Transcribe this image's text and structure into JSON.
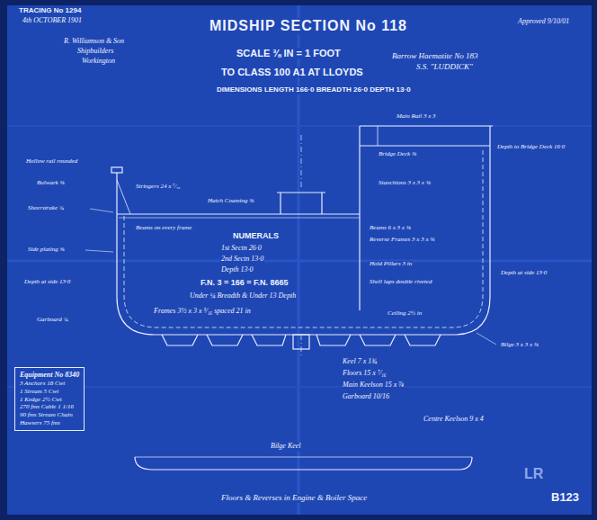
{
  "diagram": {
    "title": "MIDSHIP SECTION No 118",
    "nodes": [
      {
        "text": [
          "Equipment No 8340",
          "3 Anchors 18 Cwt",
          "1 Stream 5 Cwt",
          "1 Kedge 2½ Cwt",
          "270 fms Cable 1 1/16",
          "90 fms Stream Chain",
          "Hawsers 75 fms"
        ]
      }
    ],
    "labels": [
      "TRACING No 1294",
      "4th OCTOBER 1901",
      "R. Williamson & Son",
      "Shipbuilders",
      "Workington",
      "SCALE ⅜ IN = 1 FOOT",
      "TO CLASS 100 A1 AT LLOYDS",
      "DIMENSIONS LENGTH 166·0 BREADTH 26·0 DEPTH 13·0",
      "Barrow Haematite No 183",
      "S.S. \"LUDDICK\"",
      "Approved 9/10/01",
      "Hollow rail rounded",
      "Bulwark ⅜",
      "Stringers 24 x ⁷⁄₁₆",
      "Hatch Coaming ⅜",
      "Sheerstrake ¾",
      "Side plating ⅝",
      "Depth at side 13·0",
      "Garboard ¾",
      "NUMERALS",
      "1st Sectn 26·0",
      "2nd Sectn 13·0",
      "Depth 13·0",
      "F.N. 3 = 166 = F.N. 8665",
      "Under ¼ Breadth & Under 13 Depth",
      "Frames 3½ x 3 x ⁵⁄₁₆ spaced 21 in",
      "Beams on every frame",
      "Beams 6 x 3 x ⅜",
      "Reverse Frames 3 x 3 x ⅜",
      "Hold Pillars 3 in",
      "Shell laps double riveted",
      "Ceiling 2½ in",
      "Main Rail 3 x 3",
      "Bridge Deck ⅜",
      "Stanchions 3 x 3 x ⅜",
      "Depth to Bridge Deck 16·0",
      "Depth at side 13·0",
      "Bilge 3 x 3 x ⅜",
      "Keel 7 x 1¾",
      "Floors 15 x ⁷⁄₁₆",
      "Main Keelson 15 x ⅞",
      "Garboard 10/16",
      "Centre Keelson 9 x 4",
      "Bilge Keel",
      "Floors & Reverses in Engine & Boiler Space",
      "B123",
      "LR"
    ]
  }
}
